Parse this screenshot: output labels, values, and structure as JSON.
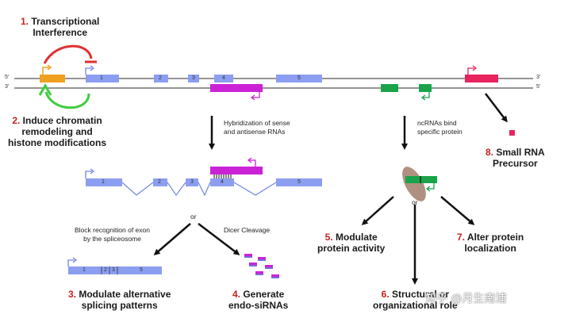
{
  "colors": {
    "exon": "#8c9ef0",
    "antisense": "#cc22d6",
    "ncrna": "#1aa34a",
    "small_rna": "#e8245e",
    "promoter": "#f0a020",
    "red_arrow": "#e03030",
    "green_arrow": "#40cc40",
    "protein": "#b09080"
  },
  "strands": {
    "top_left": "5'",
    "top_right": "3'",
    "bottom_left": "3'",
    "bottom_right": "5'"
  },
  "exons": {
    "e1": "1",
    "e2": "2",
    "e3": "3",
    "e4": "4",
    "e5": "5"
  },
  "labels": {
    "l1": {
      "num": "1.",
      "text1": "Transcriptional",
      "text2": "Interference"
    },
    "l2": {
      "num": "2.",
      "text1": "Induce chromatin",
      "text2": "remodeling and",
      "text3": "histone modifications"
    },
    "l3": {
      "num": "3.",
      "text1": "Modulate alternative",
      "text2": "splicing patterns"
    },
    "l4": {
      "num": "4.",
      "text1": "Generate",
      "text2": "endo-siRNAs"
    },
    "l5": {
      "num": "5.",
      "text1": "Modulate",
      "text2": "protein activity"
    },
    "l6": {
      "num": "6.",
      "text1": "Structural or",
      "text2": "organizational role"
    },
    "l7": {
      "num": "7.",
      "text1": "Alter protein",
      "text2": "localization"
    },
    "l8": {
      "num": "8.",
      "text1": "Small RNA",
      "text2": "Precursor"
    }
  },
  "small_text": {
    "hybrid1": "Hybridization of sense",
    "hybrid2": "and antisense RNAs",
    "bind1": "ncRNAs bind",
    "bind2": "specific protein",
    "block1": "Block recognition of exon",
    "block2": "by the spliceosome",
    "dicer": "Dicer Cleavage",
    "or_left": "or",
    "or_right": "or"
  },
  "watermark": "知乎 @月生南浦"
}
